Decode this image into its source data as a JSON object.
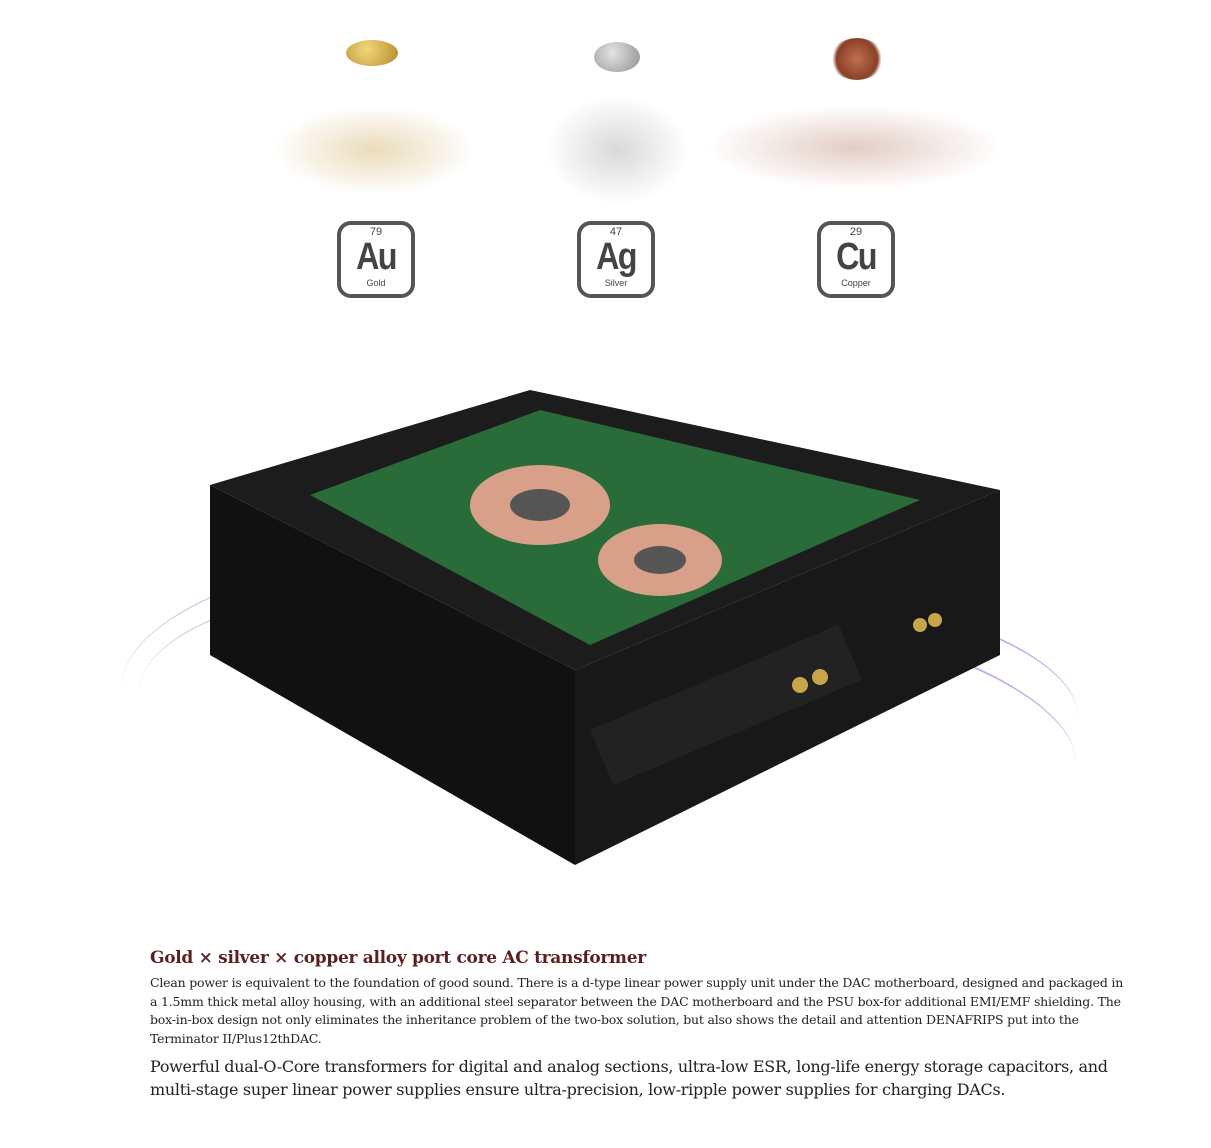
{
  "elements": [
    {
      "number": "79",
      "symbol": "Au",
      "name": "Gold",
      "color": "#c9a54a"
    },
    {
      "number": "47",
      "symbol": "Ag",
      "name": "Silver",
      "color": "#a8a8a8"
    },
    {
      "number": "29",
      "symbol": "Cu",
      "name": "Copper",
      "color": "#a0553a"
    }
  ],
  "section": {
    "title": "Gold × silver × copper alloy port core AC transformer",
    "body": "Clean power is equivalent to the foundation of good sound. There is a d-type linear power supply unit under the DAC motherboard, designed and packaged in a 1.5mm thick metal alloy housing, with an additional steel separator between the DAC motherboard and the PSU box-for additional EMI/EMF shielding. The box-in-box design not only eliminates the inheritance problem of the two-box solution, but also shows the detail and attention DENAFRIPS put into the Terminator II/Plus12thDAC.",
    "highlight": "Powerful dual-O-Core transformers for digital and analog sections, ultra-low ESR, long-life energy storage capacitors, and multi-stage super linear power supplies ensure ultra-precision, low-ripple power supplies for charging DACs."
  }
}
